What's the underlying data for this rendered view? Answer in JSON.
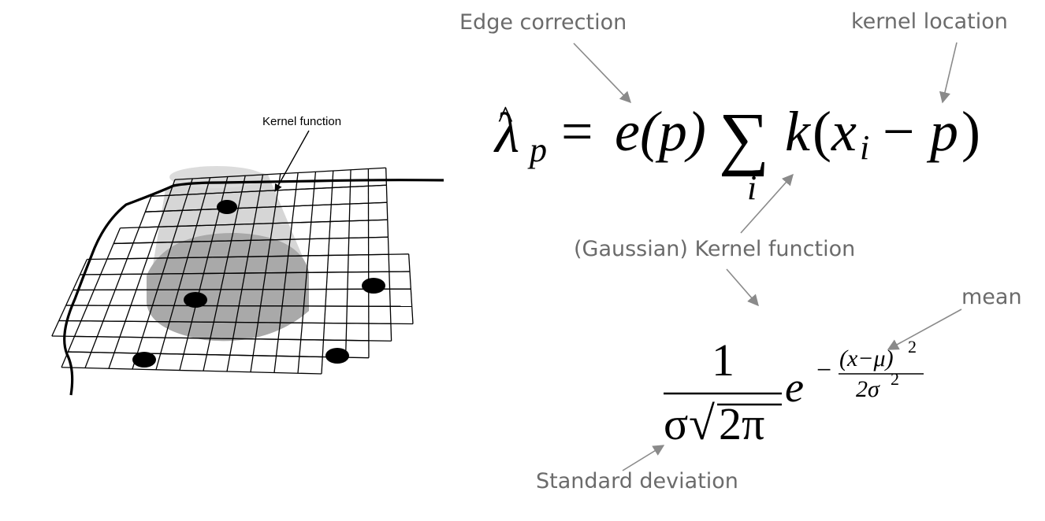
{
  "diagram": {
    "kernel_label": "Kernel function"
  },
  "annotations": {
    "edge_correction": "Edge correction",
    "kernel_location": "kernel location",
    "gaussian_kernel": "(Gaussian) Kernel function",
    "mean": "mean",
    "std_dev": "Standard deviation"
  },
  "formula_main": {
    "lhs_symbol": "λ",
    "lhs_hat": "^",
    "lhs_subscript": "p",
    "equals": "=",
    "edge_term": "e(p)",
    "sum_symbol": "∑",
    "sum_index": "i",
    "kernel_term_k": "k",
    "kernel_open": "(",
    "kernel_x": "x",
    "kernel_i": "i",
    "kernel_minus": "−",
    "kernel_p": "p",
    "kernel_close": ")"
  },
  "formula_gaussian": {
    "numerator": "1",
    "sigma": "σ",
    "sqrt_symbol": "√",
    "two_pi": "2π",
    "base": "e",
    "exp_minus": "−",
    "exp_numerator": "(x−μ)",
    "exp_num_power": "2",
    "exp_denominator": "2σ",
    "exp_den_power": "2"
  }
}
